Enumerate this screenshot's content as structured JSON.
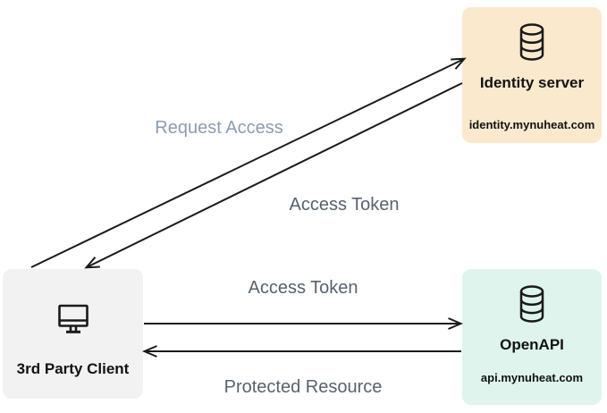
{
  "diagram": {
    "nodes": [
      {
        "id": "identity-server",
        "title": "Identity server",
        "subtitle": "identity.mynuheat.com",
        "icon": "database-icon",
        "fill": "#fbe9ce"
      },
      {
        "id": "openapi",
        "title": "OpenAPI",
        "subtitle": "api.mynuheat.com",
        "icon": "database-icon",
        "fill": "#def4ed"
      },
      {
        "id": "third-party-client",
        "title": "3rd Party Client",
        "icon": "monitor-icon",
        "fill": "#f2f2f2"
      }
    ],
    "edges": [
      {
        "label": "Request Access",
        "from": "third-party-client",
        "to": "identity-server",
        "label_color": "#8d9cb1"
      },
      {
        "label": "Access Token",
        "from": "identity-server",
        "to": "third-party-client",
        "label_color": "#57626f"
      },
      {
        "label": "Access Token",
        "from": "third-party-client",
        "to": "openapi",
        "label_color": "#57626f"
      },
      {
        "label": "Protected Resource",
        "from": "openapi",
        "to": "third-party-client",
        "label_color": "#57626f"
      }
    ],
    "colors": {
      "background": "#ffffff",
      "arrow_stroke": "#1a1a1a",
      "node_text": "#121212"
    }
  }
}
